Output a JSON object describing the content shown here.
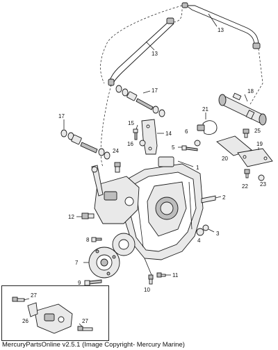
{
  "callouts": {
    "c1": "1",
    "c2": "2",
    "c3": "3",
    "c4": "4",
    "c5": "5",
    "c6": "6",
    "c7": "7",
    "c8": "8",
    "c9": "9",
    "c10": "10",
    "c11": "11",
    "c12": "12",
    "c13a": "13",
    "c13b": "13",
    "c14": "14",
    "c15": "15",
    "c16": "16",
    "c17a": "17",
    "c17b": "17",
    "c18": "18",
    "c19": "19",
    "c20": "20",
    "c21": "21",
    "c22": "22",
    "c23": "23",
    "c24": "24",
    "c25": "25",
    "c26": "26",
    "c27a": "27",
    "c27b": "27"
  },
  "footer": {
    "text": "MercuryPartsOnline v2.5.1 (Image Copyright- Mercury Marine)"
  }
}
